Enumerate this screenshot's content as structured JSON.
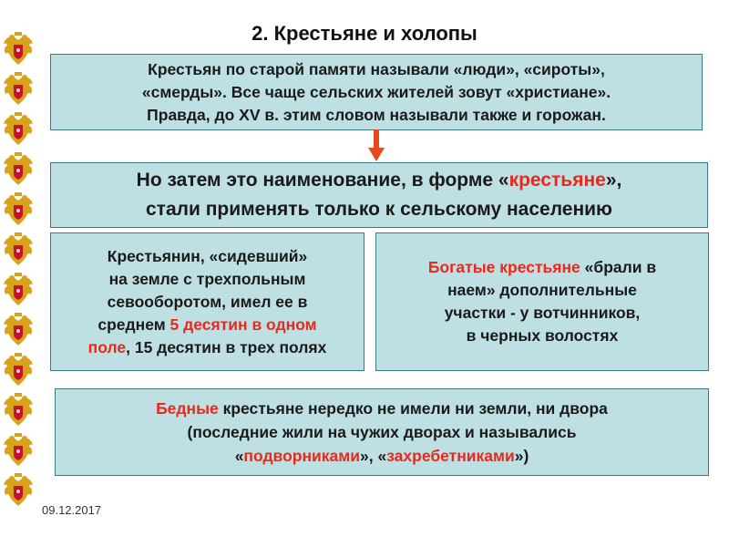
{
  "slide": {
    "title": "2. Крестьяне и холопы",
    "date": "09.12.2017"
  },
  "box1": {
    "line1": "Крестьян по старой памяти называли «люди», «сироты»,",
    "line2": "«смерды». Все чаще сельских жителей зовут «христиане».",
    "line3": "Правда, до XV в. этим словом называли также и горожан."
  },
  "box2": {
    "part1": "Но затем это наименование, в форме «",
    "highlight": "крестьяне",
    "part2": "»,",
    "line2": "стали применять только к сельскому населению"
  },
  "box3": {
    "line1": "Крестьянин, «сидевший»",
    "line2": "на земле с трехпольным",
    "line3": "севооборотом, имел ее в",
    "line4_prefix": "среднем ",
    "highlight1": "5 десятин в одном",
    "highlight2": "поле",
    "line5_suffix": ", 15 десятин в трех полях"
  },
  "box4": {
    "highlight": "Богатые крестьяне",
    "line1_suffix": " «брали в",
    "line2": "наем» дополнительные",
    "line3": "участки - у вотчинников,",
    "line4": "в черных волостях"
  },
  "box5": {
    "highlight1": "Бедные",
    "line1_suffix": " крестьяне нередко не имели ни земли, ни двора",
    "line2": "(последние жили на чужих дворах и назывались",
    "line3_prefix": "«",
    "highlight2": "подворниками",
    "line3_mid": "», «",
    "highlight3": "захребетниками",
    "line3_suffix": "»)"
  },
  "colors": {
    "box_fill": "#bfe0e3",
    "box_border": "#3a7a86",
    "highlight_red": "#e8291c",
    "arrow": "#e8491c",
    "emblem_gold": "#d9a21b",
    "emblem_red": "#c8102e"
  },
  "icons": {
    "sidebar_emblem": "double-headed-eagle-coat-of-arms-icon",
    "connector": "down-arrow-icon"
  }
}
